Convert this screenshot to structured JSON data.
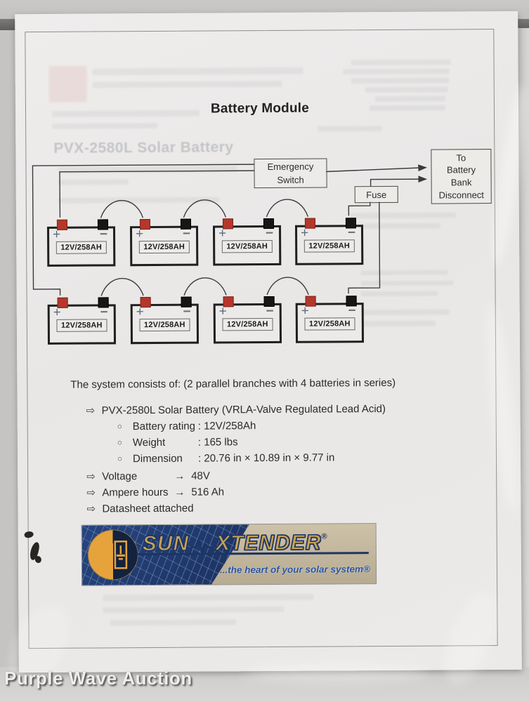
{
  "photo": {
    "watermark": "Purple Wave Auction"
  },
  "page": {
    "title": "Battery Module",
    "ghost_heading": "PVX-2580L Solar Battery",
    "diagram": {
      "emergency_switch_label": "Emergency Switch",
      "fuse_label": "Fuse",
      "disconnect_lines": [
        "To",
        "Battery",
        "Bank",
        "Disconnect"
      ],
      "battery_label": "12V/258AH",
      "plus": "+",
      "minus": "−"
    },
    "specs": {
      "intro": "The system consists of: (2 parallel branches with 4 batteries in series)",
      "bullet_arrow": "⇨",
      "bullet_circle": "○",
      "value_arrow": "→",
      "battery_item": "PVX-2580L Solar Battery (VRLA-Valve Regulated Lead Acid)",
      "sub_items": [
        {
          "label": "Battery rating",
          "value": ": 12V/258Ah"
        },
        {
          "label": "Weight",
          "value": ": 165 lbs"
        },
        {
          "label": "Dimension",
          "value": ": 20.76 in × 10.89 in × 9.77 in"
        }
      ],
      "voltage_label": "Voltage",
      "voltage_value": "48V",
      "ampere_label": "Ampere hours",
      "ampere_value": "516 Ah",
      "datasheet_label": "Datasheet attached"
    },
    "logo": {
      "brand_sun": "SUN",
      "brand_xtender": "XTENDER",
      "registered": "®",
      "tagline": "...the heart of your solar system®"
    }
  }
}
